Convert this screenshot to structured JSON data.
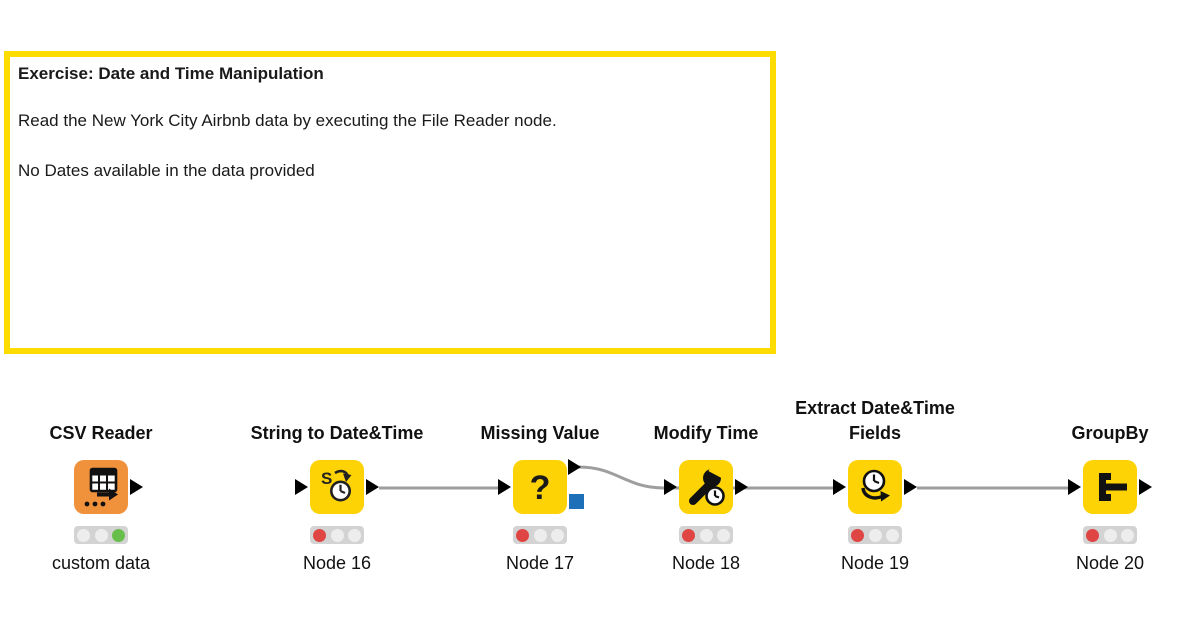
{
  "annotation": {
    "title": "Exercise: Date and Time Manipulation",
    "body_line_1": "Read the New York City Airbnb data by executing the File Reader node.",
    "body_line_2": "No Dates available in the data provided"
  },
  "colors": {
    "annotation_border": "#FFDC00",
    "node_yellow": "#FDD306",
    "node_orange": "#F0913C",
    "wire": "#9E9E9E",
    "pmml_port_blue": "#1D6FB8",
    "status_bg": "#D3D3D3",
    "status_off": "#EDEDED",
    "status_red": "#DE4543",
    "status_green": "#67BE4B"
  },
  "nodes": [
    {
      "label": "CSV Reader",
      "name": "custom data",
      "status": "executed",
      "icon": "csv-reader-icon"
    },
    {
      "label": "String to Date&Time",
      "name": "Node 16",
      "status": "idle",
      "icon": "string-to-datetime-icon"
    },
    {
      "label": "Missing Value",
      "name": "Node 17",
      "status": "idle",
      "icon": "missing-value-icon"
    },
    {
      "label": "Modify Time",
      "name": "Node 18",
      "status": "idle",
      "icon": "modify-time-icon"
    },
    {
      "label": "Extract Date&Time\nFields",
      "name": "Node 19",
      "status": "idle",
      "icon": "extract-datetime-fields-icon"
    },
    {
      "label": "GroupBy",
      "name": "Node 20",
      "status": "idle",
      "icon": "groupby-icon"
    }
  ]
}
